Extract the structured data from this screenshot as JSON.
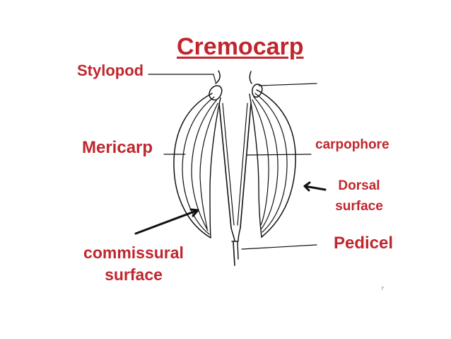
{
  "slide": {
    "title": "Cremocarp",
    "page_number": "7",
    "label_color": "#c0262d"
  },
  "labels": {
    "stylopod": "Stylopod",
    "mericarp": "Mericarp",
    "commissural": "commissural surface",
    "carpophore": "carpophore",
    "dorsal": "Dorsal surface",
    "pedicel": "Pedicel"
  }
}
